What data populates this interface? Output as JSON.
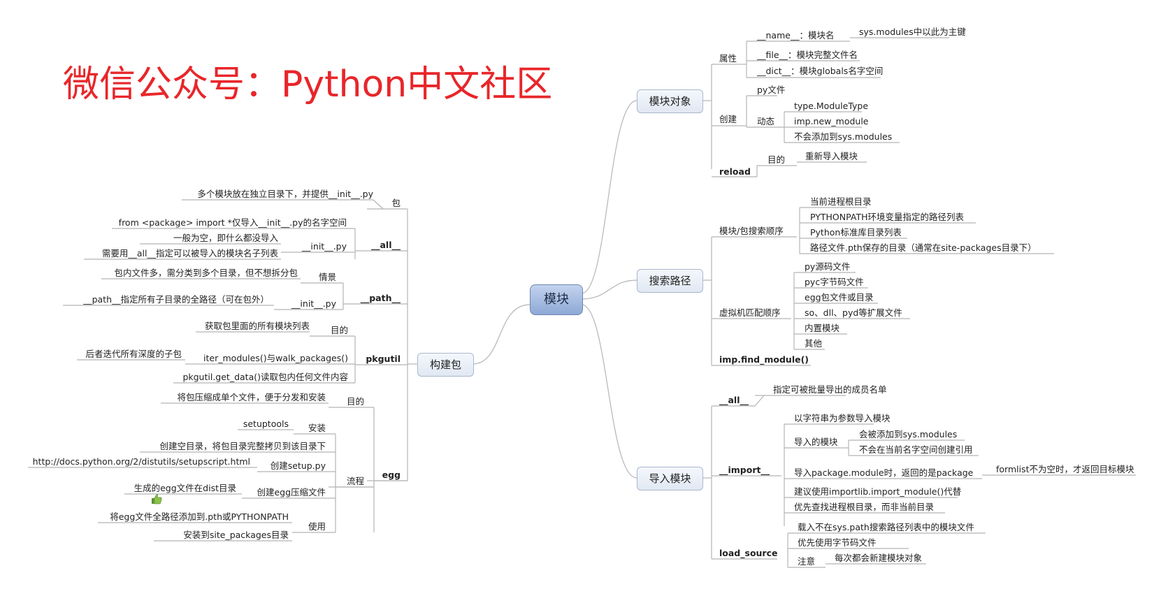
{
  "watermark": "微信公众号：Python中文社区",
  "root": "模块",
  "main": {
    "module_object": "模块对象",
    "search_path": "搜索路径",
    "import_module": "导入模块",
    "build_package": "构建包"
  },
  "module_object": {
    "attributes": "属性",
    "name_attr": "__name__：模块名",
    "name_note": "sys.modules中以此为主键",
    "file_attr": "__file__：模块完整文件名",
    "dict_attr": "__dict__：模块globals名字空间",
    "create": "创建",
    "py_file": "py文件",
    "dynamic": "动态",
    "type_module": "type.ModuleType",
    "imp_new": "imp.new_module",
    "not_added": "不会添加到sys.modules",
    "reload": "reload",
    "purpose": "目的",
    "reimport": "重新导入模块"
  },
  "search_path": {
    "search_order": "模块/包搜索顺序",
    "order_items": [
      "当前进程根目录",
      "PYTHONPATH环境变量指定的路径列表",
      "Python标准库目录列表",
      "路径文件.pth保存的目录（通常在site-packages目录下）"
    ],
    "vm_order": "虚拟机匹配顺序",
    "vm_items": [
      "py源码文件",
      "pyc字节码文件",
      "egg包文件或目录",
      "so、dll、pyd等扩展文件",
      "内置模块",
      "其他"
    ],
    "find_module": "imp.find_module()"
  },
  "import_module": {
    "all": "__all__",
    "all_note": "指定可被批量导出的成员名单",
    "import": "__import__",
    "import_items": [
      "以字符串为参数导入模块",
      "导入的模块",
      "导入package.module时，返回的是package",
      "建议使用importlib.import_module()代替",
      "优先查找进程根目录，而非当前目录"
    ],
    "imported_sub": [
      "会被添加到sys.modules",
      "不会在当前名字空间创建引用"
    ],
    "formlist_note": "formlist不为空时，才返回目标模块",
    "load_source": "load_source",
    "load_items": [
      "载入不在sys.path搜索路径列表中的模块文件",
      "优先使用字节码文件",
      "注意"
    ],
    "note_sub": "每次都会新建模块对象"
  },
  "build_package": {
    "package": "包",
    "package_note": "多个模块放在独立目录下，并提供__init__.py",
    "all": "__all__",
    "all_init": "__init__.py",
    "all_notes": [
      "from <package> import *仅导入__init__.py的名字空间",
      "一般为空，即什么都没导入",
      "需要用__all__指定可以被导入的模块名子列表"
    ],
    "path": "__path__",
    "scenario": "情景",
    "scenario_note": "包内文件多，需分类到多个目录，但不想拆分包",
    "path_init": "__init__.py",
    "path_note": "__path__指定所有子目录的全路径（可在包外）",
    "pkgutil": "pkgutil",
    "pkg_purpose": "目的",
    "pkg_purpose_note": "获取包里面的所有模块列表",
    "iter_modules": "iter_modules()与walk_packages()",
    "iter_note": "后者迭代所有深度的子包",
    "get_data": "pkgutil.get_data()读取包内任何文件内容",
    "egg": "egg",
    "egg_purpose": "目的",
    "egg_purpose_note": "将包压缩成单个文件，便于分发和安装",
    "flow": "流程",
    "install": "安装",
    "setuptools": "setuptools",
    "create_setup": "创建setup.py",
    "create_setup_notes": [
      "创建空目录，将包目录完整拷贝到该目录下",
      "http://docs.python.org/2/distutils/setupscript.html"
    ],
    "create_egg": "创建egg压缩文件",
    "create_egg_note": "生成的egg文件在dist目录",
    "use": "使用",
    "use_notes": [
      "将egg文件全路径添加到.pth或PYTHONPATH",
      "安装到site_packages目录"
    ]
  },
  "colors": {
    "watermark": "#e8262a",
    "line": "#b5b5b5",
    "root_fill": "#9bb3db",
    "box_fill": "#e6ecf6",
    "thumb": "#7cb342"
  },
  "icons": {
    "thumbs_up": "thumbs-up-icon"
  }
}
